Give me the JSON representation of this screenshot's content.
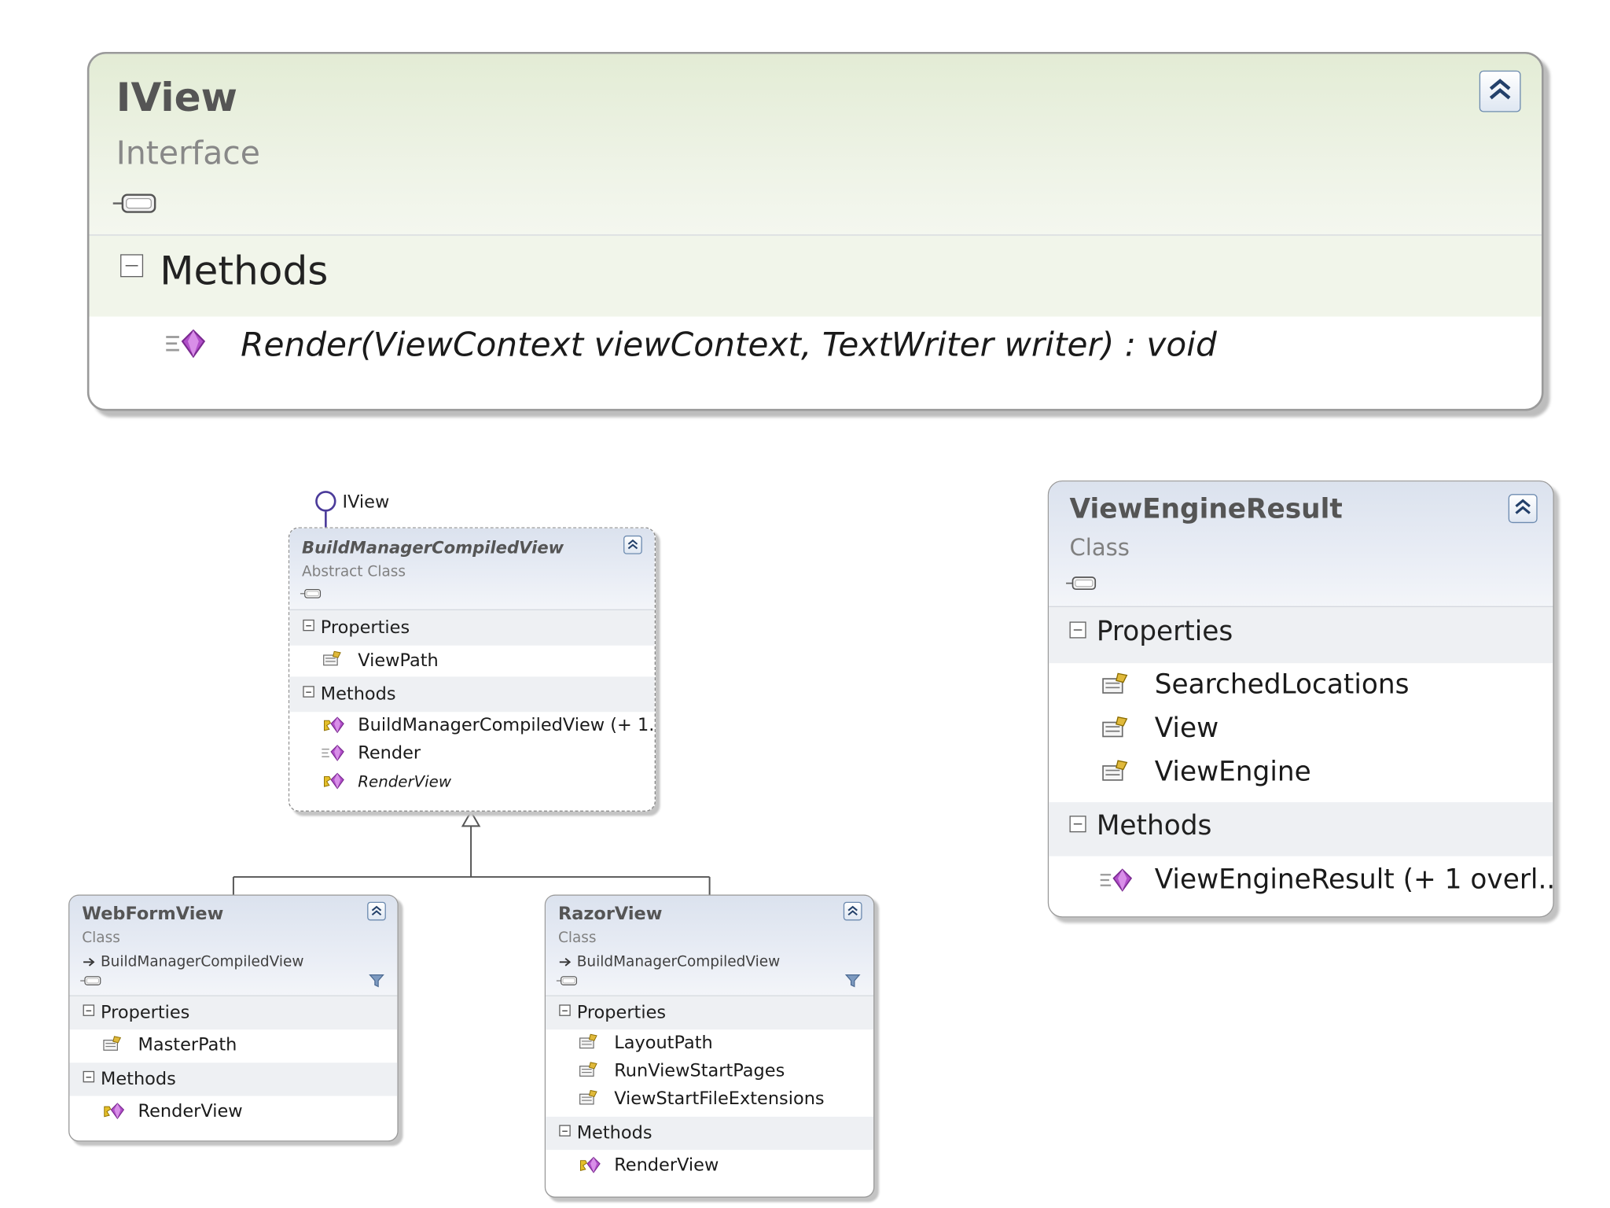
{
  "iview_box": {
    "name": "IView",
    "kind": "Interface",
    "methods_label": "Methods",
    "methods": [
      "Render(ViewContext viewContext, TextWriter writer) : void"
    ]
  },
  "lollipop": {
    "label": "IView"
  },
  "bmcv_box": {
    "name": "BuildManagerCompiledView",
    "kind": "Abstract Class",
    "properties_label": "Properties",
    "properties": [
      "ViewPath"
    ],
    "methods_label": "Methods",
    "methods": [
      "BuildManagerCompiledView (+ 1...",
      "Render",
      "RenderView"
    ]
  },
  "webform_box": {
    "name": "WebFormView",
    "kind": "Class",
    "base": "BuildManagerCompiledView",
    "properties_label": "Properties",
    "properties": [
      "MasterPath"
    ],
    "methods_label": "Methods",
    "methods": [
      "RenderView"
    ]
  },
  "razor_box": {
    "name": "RazorView",
    "kind": "Class",
    "base": "BuildManagerCompiledView",
    "properties_label": "Properties",
    "properties": [
      "LayoutPath",
      "RunViewStartPages",
      "ViewStartFileExtensions"
    ],
    "methods_label": "Methods",
    "methods": [
      "RenderView"
    ]
  },
  "ver_box": {
    "name": "ViewEngineResult",
    "kind": "Class",
    "properties_label": "Properties",
    "properties": [
      "SearchedLocations",
      "View",
      "ViewEngine"
    ],
    "methods_label": "Methods",
    "methods": [
      "ViewEngineResult (+ 1 overl..."
    ]
  },
  "icons": {
    "collapse": "double-chevron-up-icon",
    "interface_plug": "plug-icon",
    "property": "property-icon",
    "method": "method-icon",
    "protected_method": "protected-method-icon",
    "filter": "filter-icon",
    "inherit_arrow": "inherit-arrow-icon"
  },
  "colors": {
    "interface_header": "#e3ecd5",
    "class_header": "#dbe2ee",
    "method_purple": "#b04fc8",
    "border": "#9a9a9a",
    "lollipop": "#4b3b9a"
  }
}
